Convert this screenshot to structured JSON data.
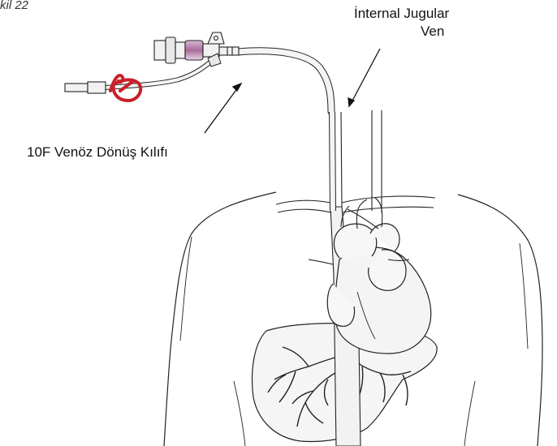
{
  "figure": {
    "title": "kil 22"
  },
  "labels": {
    "internal_jugular_line1": "İnternal Jugular",
    "internal_jugular_line2": "Ven",
    "sheath": "10F Venöz Dönüş Kılıfı"
  },
  "colors": {
    "line": "#222222",
    "clamp_red": "#c8202a",
    "hub_purple": "#a86b9a",
    "vessel_fill": "#f3f3f3",
    "background": "#ffffff"
  }
}
